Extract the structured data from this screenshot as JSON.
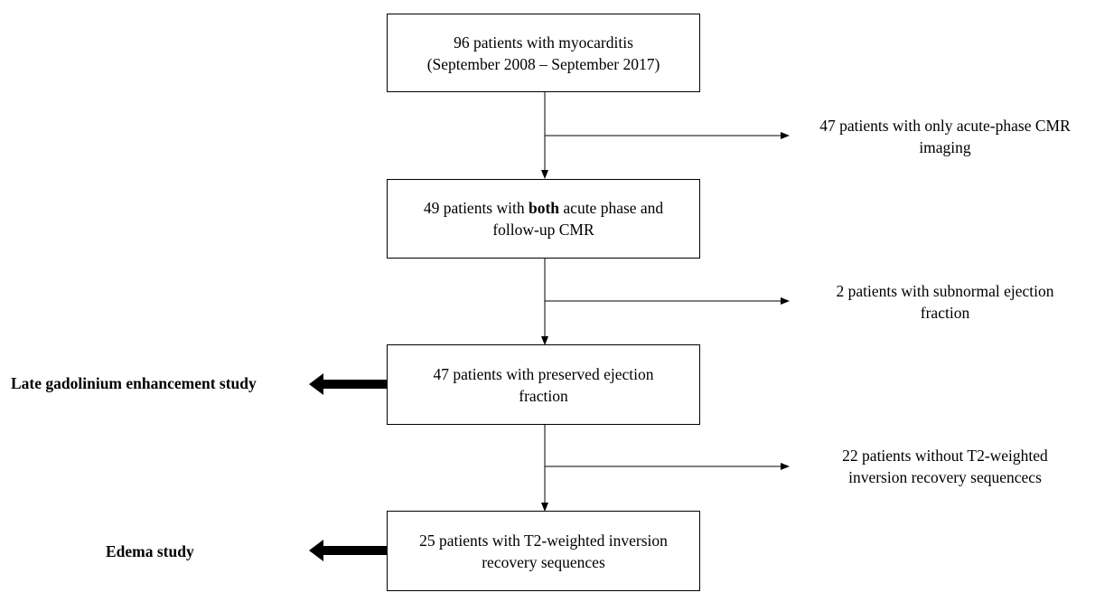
{
  "boxes": [
    {
      "line1": "96 patients with myocarditis",
      "line2": "(September 2008 – September 2017)"
    },
    {
      "line1_pre": "49 patients with ",
      "line1_bold": "both",
      "line1_post": " acute phase and",
      "line2": "follow-up CMR"
    },
    {
      "line1": "47 patients with preserved ejection",
      "line2": "fraction"
    },
    {
      "line1": "25 patients with T2-weighted inversion",
      "line2": "recovery sequences"
    }
  ],
  "exclusions": [
    {
      "line1": "47 patients with only acute-phase CMR",
      "line2": "imaging"
    },
    {
      "line1": "2 patients with subnormal ejection",
      "line2": "fraction"
    },
    {
      "line1": "22 patients without T2-weighted",
      "line2": "inversion recovery sequencecs"
    }
  ],
  "studies": [
    {
      "label": "Late gadolinium enhancement study"
    },
    {
      "label": "Edema study"
    }
  ]
}
